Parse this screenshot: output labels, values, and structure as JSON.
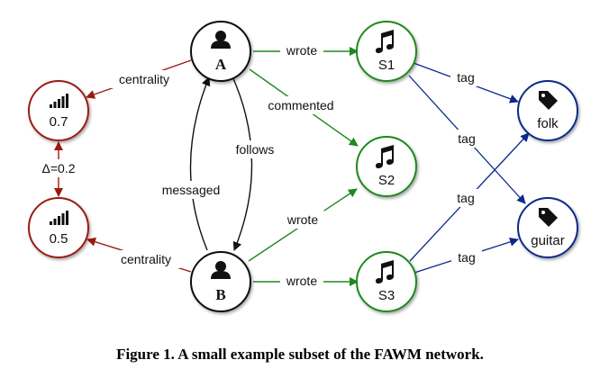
{
  "caption": "Figure 1. A small example subset of the FAWM network.",
  "colors": {
    "user": "#111111",
    "centrality": "#9a1a12",
    "song": "#1e8a1e",
    "tag": "#0b2a8a"
  },
  "nodes": {
    "user_a": {
      "label": "A",
      "icon": "person-icon"
    },
    "user_b": {
      "label": "B",
      "icon": "person-icon"
    },
    "centrality_a": {
      "label": "0.7",
      "icon": "signal-bars-icon"
    },
    "centrality_b": {
      "label": "0.5",
      "icon": "signal-bars-icon"
    },
    "song_s1": {
      "label": "S1",
      "icon": "music-note-icon"
    },
    "song_s2": {
      "label": "S2",
      "icon": "music-note-icon"
    },
    "song_s3": {
      "label": "S3",
      "icon": "music-note-icon"
    },
    "tag_folk": {
      "label": "folk",
      "icon": "tag-icon"
    },
    "tag_guitar": {
      "label": "guitar",
      "icon": "tag-icon"
    }
  },
  "edges": {
    "a_wrote_s1": "wrote",
    "a_commented_s2": "commented",
    "a_centrality": "centrality",
    "b_centrality": "centrality",
    "a_follows_b": "follows",
    "b_messaged_a": "messaged",
    "b_wrote_s2": "wrote",
    "b_wrote_s3": "wrote",
    "s1_tag_folk": "tag",
    "s1_tag_guitar": "tag",
    "s3_tag_folk": "tag",
    "s3_tag_guitar": "tag",
    "delta": "Δ=0.2"
  }
}
